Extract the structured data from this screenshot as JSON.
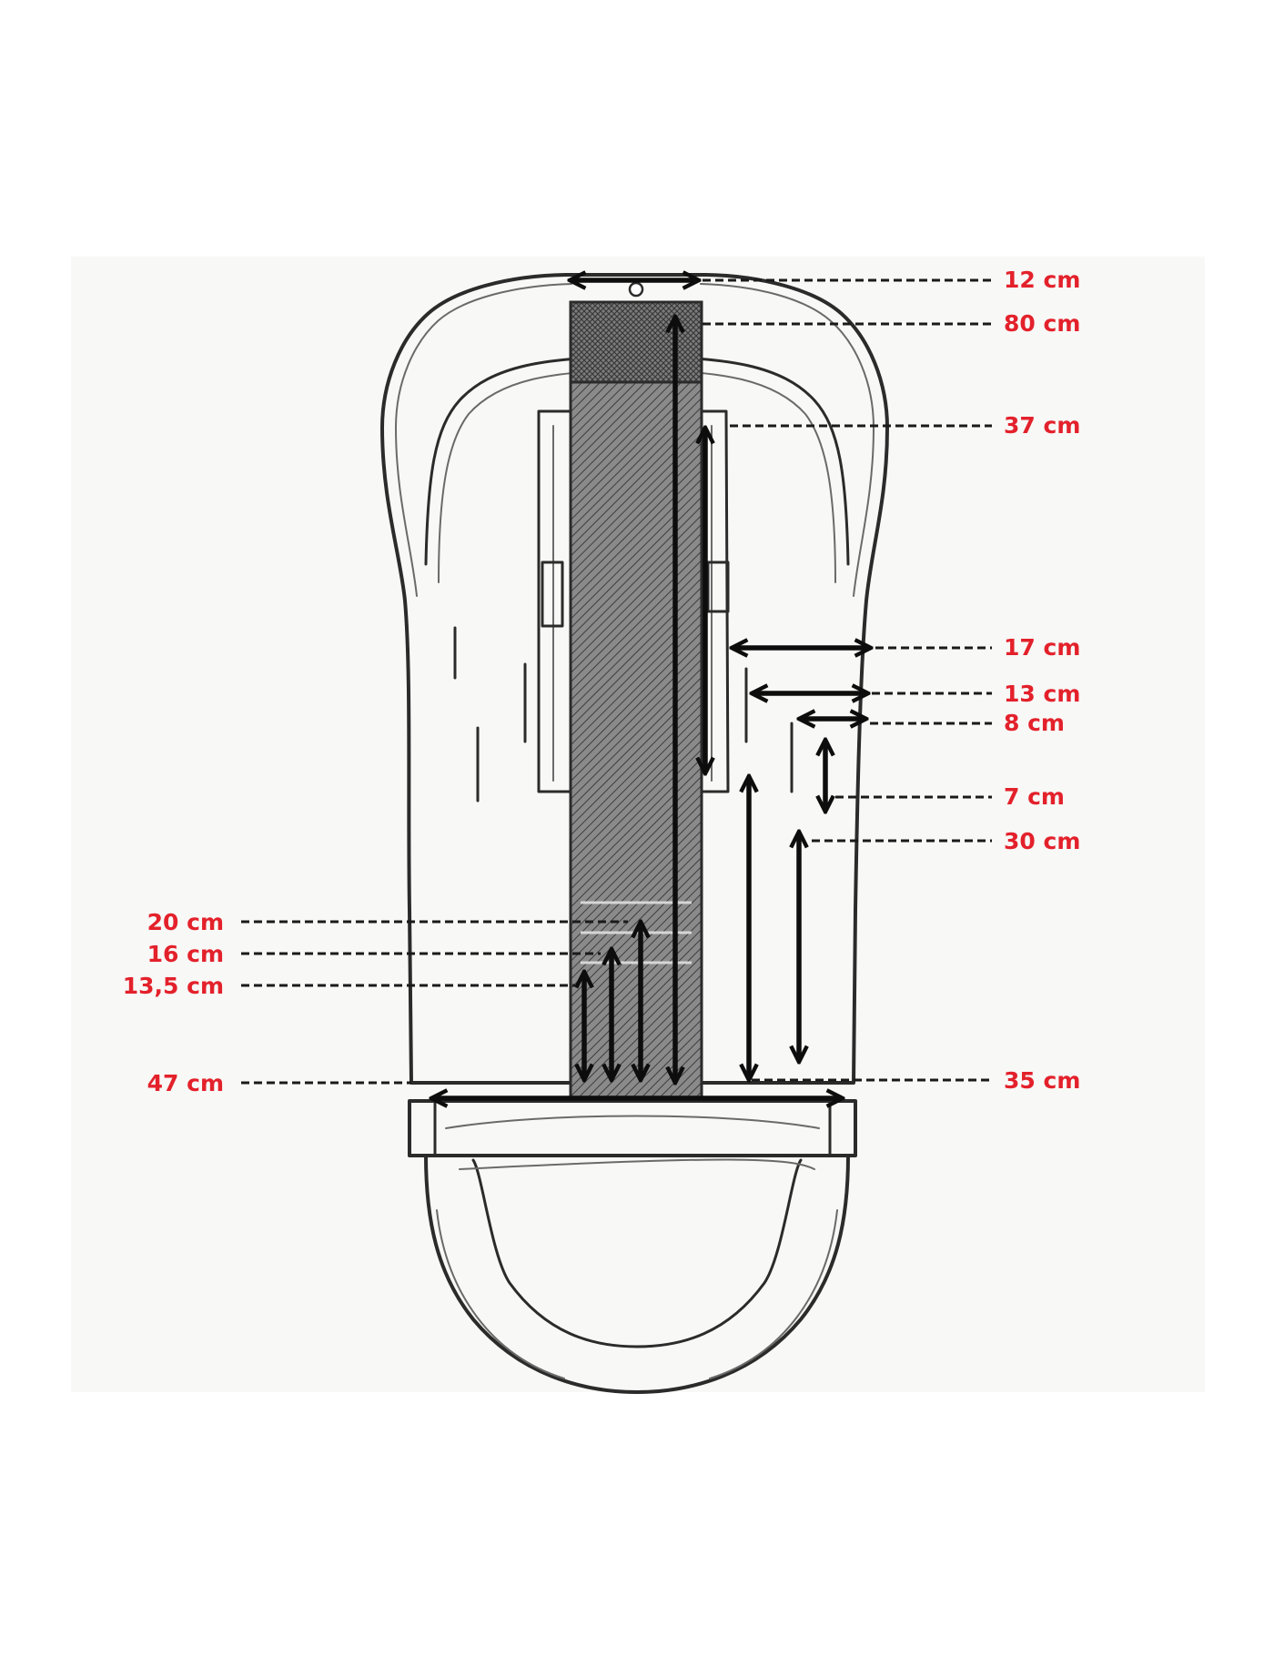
{
  "colors": {
    "label": "#e3212b",
    "outline": "#2b2b2b",
    "strap": "#6e6e6e",
    "background": "#ffffff",
    "panel": "#f7f7f5"
  },
  "labels_right": [
    {
      "id": "12",
      "text": "12 cm"
    },
    {
      "id": "80",
      "text": "80 cm"
    },
    {
      "id": "37",
      "text": "37 cm"
    },
    {
      "id": "17",
      "text": "17 cm"
    },
    {
      "id": "13",
      "text": "13 cm"
    },
    {
      "id": "8",
      "text": "8 cm"
    },
    {
      "id": "7",
      "text": "7 cm"
    },
    {
      "id": "30",
      "text": "30 cm"
    },
    {
      "id": "35",
      "text": "35 cm"
    }
  ],
  "labels_left": [
    {
      "id": "20",
      "text": "20 cm"
    },
    {
      "id": "16",
      "text": "16 cm"
    },
    {
      "id": "13_5",
      "text": "13,5 cm"
    },
    {
      "id": "47",
      "text": "47 cm"
    }
  ]
}
